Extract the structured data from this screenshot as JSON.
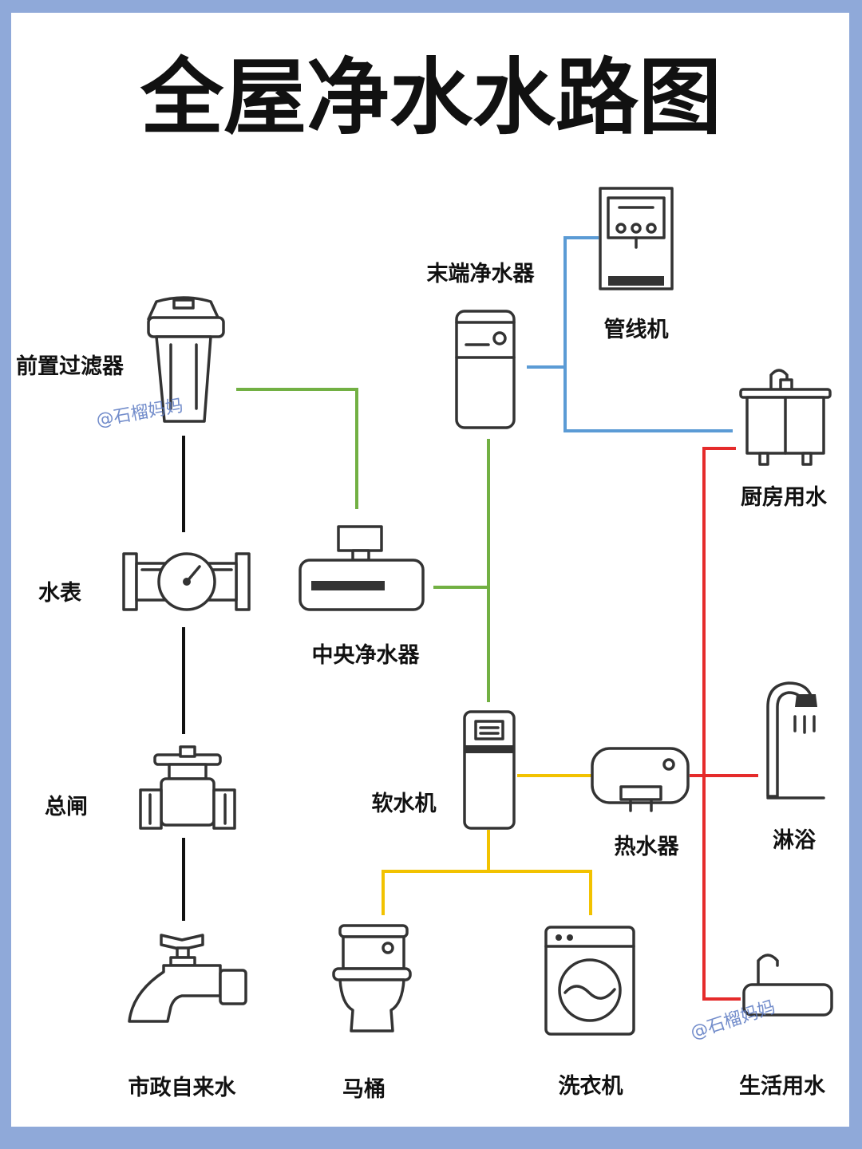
{
  "title": "全屋净水水路图",
  "watermark": "@石榴妈妈",
  "colors": {
    "background_border": "#8fa9d9",
    "pipe_black": "#111111",
    "pipe_green": "#72b043",
    "pipe_blue": "#5b9bd5",
    "pipe_yellow": "#f2c200",
    "pipe_red": "#e52b2b"
  },
  "nodes": {
    "pre_filter": {
      "label": "前置过滤器",
      "icon": "pre-filter-icon"
    },
    "water_meter": {
      "label": "水表",
      "icon": "water-meter-icon"
    },
    "main_valve": {
      "label": "总闸",
      "icon": "valve-icon"
    },
    "municipal_water": {
      "label": "市政自来水",
      "icon": "faucet-icon"
    },
    "central_purifier": {
      "label": "中央净水器",
      "icon": "central-purifier-icon"
    },
    "terminal_purifier": {
      "label": "末端净水器",
      "icon": "terminal-purifier-icon"
    },
    "pipeline_machine": {
      "label": "管线机",
      "icon": "pipeline-machine-icon"
    },
    "kitchen_water": {
      "label": "厨房用水",
      "icon": "kitchen-sink-icon"
    },
    "softener": {
      "label": "软水机",
      "icon": "softener-icon"
    },
    "water_heater": {
      "label": "热水器",
      "icon": "water-heater-icon"
    },
    "shower": {
      "label": "淋浴",
      "icon": "shower-icon"
    },
    "toilet": {
      "label": "马桶",
      "icon": "toilet-icon"
    },
    "washing_machine": {
      "label": "洗衣机",
      "icon": "washing-machine-icon"
    },
    "domestic_water": {
      "label": "生活用水",
      "icon": "basin-icon"
    }
  }
}
